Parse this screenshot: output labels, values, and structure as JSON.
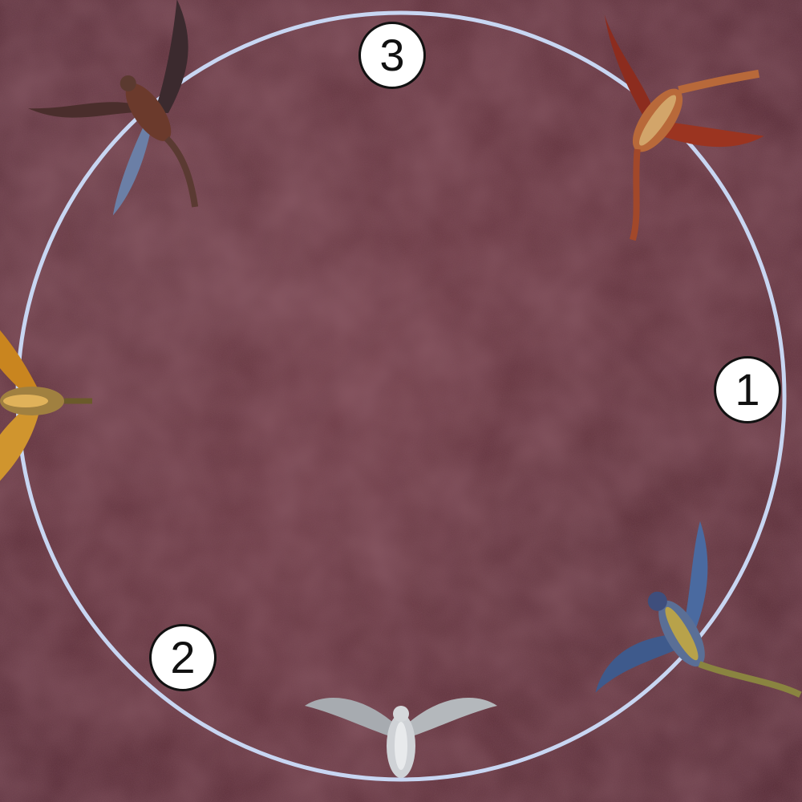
{
  "arena": {
    "floor_color": "#5a2c36",
    "ring_color": "#c8d6f2"
  },
  "waymarks": [
    {
      "label": "1"
    },
    {
      "label": "2"
    },
    {
      "label": "3"
    }
  ],
  "dragons": [
    {
      "icon": "dark-brown-dragon-icon",
      "colors": [
        "#3b2a2e",
        "#6b3a2c",
        "#8ea0c0"
      ]
    },
    {
      "icon": "red-dragon-icon",
      "colors": [
        "#8c2c1e",
        "#b8693a",
        "#d2a56a"
      ]
    },
    {
      "icon": "golden-dragon-icon",
      "colors": [
        "#c9851f",
        "#e0b25a",
        "#6b5a2a"
      ]
    },
    {
      "icon": "blue-dragon-icon",
      "colors": [
        "#3e5a8c",
        "#b8a24a",
        "#7d8aa0"
      ]
    },
    {
      "icon": "silver-dragon-icon",
      "colors": [
        "#cfd2d6",
        "#a7abb0",
        "#e8eaec"
      ]
    }
  ]
}
